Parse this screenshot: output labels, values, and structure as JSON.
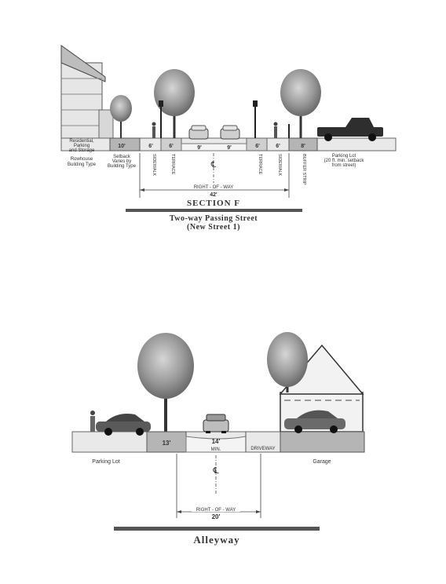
{
  "section_f": {
    "zone_labels": {
      "residential": [
        "Residential,",
        "Parking",
        "and Storage"
      ],
      "rowhouse": [
        "Rowhouse",
        "Building Type"
      ],
      "setback": [
        "Setback",
        "Varies by",
        "Building Type"
      ],
      "parking_lot": [
        "Parking Lot",
        "(20 ft. min. setback",
        "from street)"
      ]
    },
    "widths": [
      "10'",
      "6'",
      "6'",
      "9'",
      "9'",
      "6'",
      "6'",
      "8'"
    ],
    "vertical_labels": [
      "SIDEWALK",
      "TERRACE",
      "TERRACE",
      "SIDEWALK",
      "BUFFER STRIP"
    ],
    "centerline": "℄",
    "row_label": "RIGHT - OF - WAY",
    "row_value": "42'",
    "section_title": "SECTION F",
    "street_title": "Two-way Passing Street",
    "street_subtitle": "(New Street 1)"
  },
  "alleyway": {
    "widths": [
      "13'",
      "14'"
    ],
    "min_label": "MIN.",
    "driveway": "DRIVEWAY",
    "parking_lot": "Parking Lot",
    "garage": "Garage",
    "centerline": "℄",
    "row_label": "RIGHT - OF - WAY",
    "row_value": "20'",
    "title": "Alleyway"
  }
}
